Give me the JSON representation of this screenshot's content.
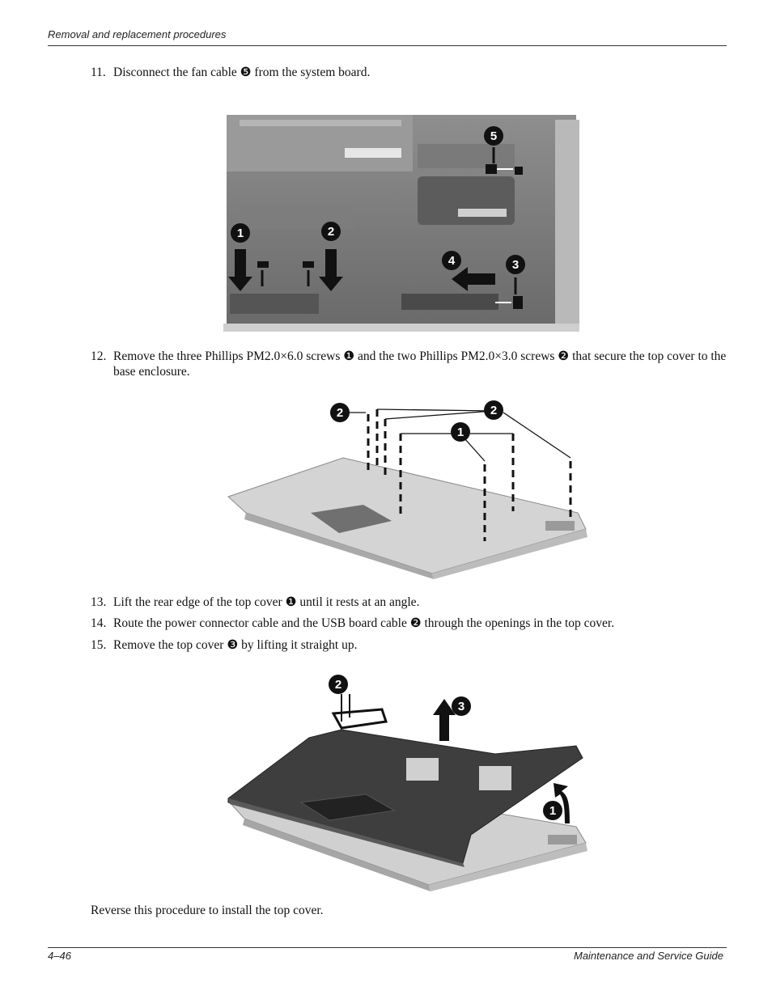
{
  "header": {
    "section": "Removal and replacement procedures"
  },
  "steps": [
    {
      "number": "11.",
      "text": "Disconnect the fan cable ❺ from the system board."
    },
    {
      "number": "12.",
      "text": "Remove the three Phillips PM2.0×6.0 screws ❶ and the two Phillips PM2.0×3.0 screws ❷ that secure the top cover to the base enclosure."
    },
    {
      "number": "13.",
      "text": "Lift the rear edge of the top cover ❶ until it rests at an angle."
    },
    {
      "number": "14.",
      "text": "Route the power connector cable and the USB board cable ❷ through the openings in the top cover."
    },
    {
      "number": "15.",
      "text": "Remove the top cover ❸ by lifting it straight up."
    }
  ],
  "figures": {
    "fig1_callouts": [
      "1",
      "2",
      "3",
      "4",
      "5"
    ],
    "fig2_callouts": [
      "2",
      "1",
      "2"
    ],
    "fig3_callouts": [
      "2",
      "3",
      "1"
    ]
  },
  "closing": "Reverse this procedure to install the top cover.",
  "footer": {
    "page": "4–46",
    "title": "Maintenance and Service Guide"
  }
}
